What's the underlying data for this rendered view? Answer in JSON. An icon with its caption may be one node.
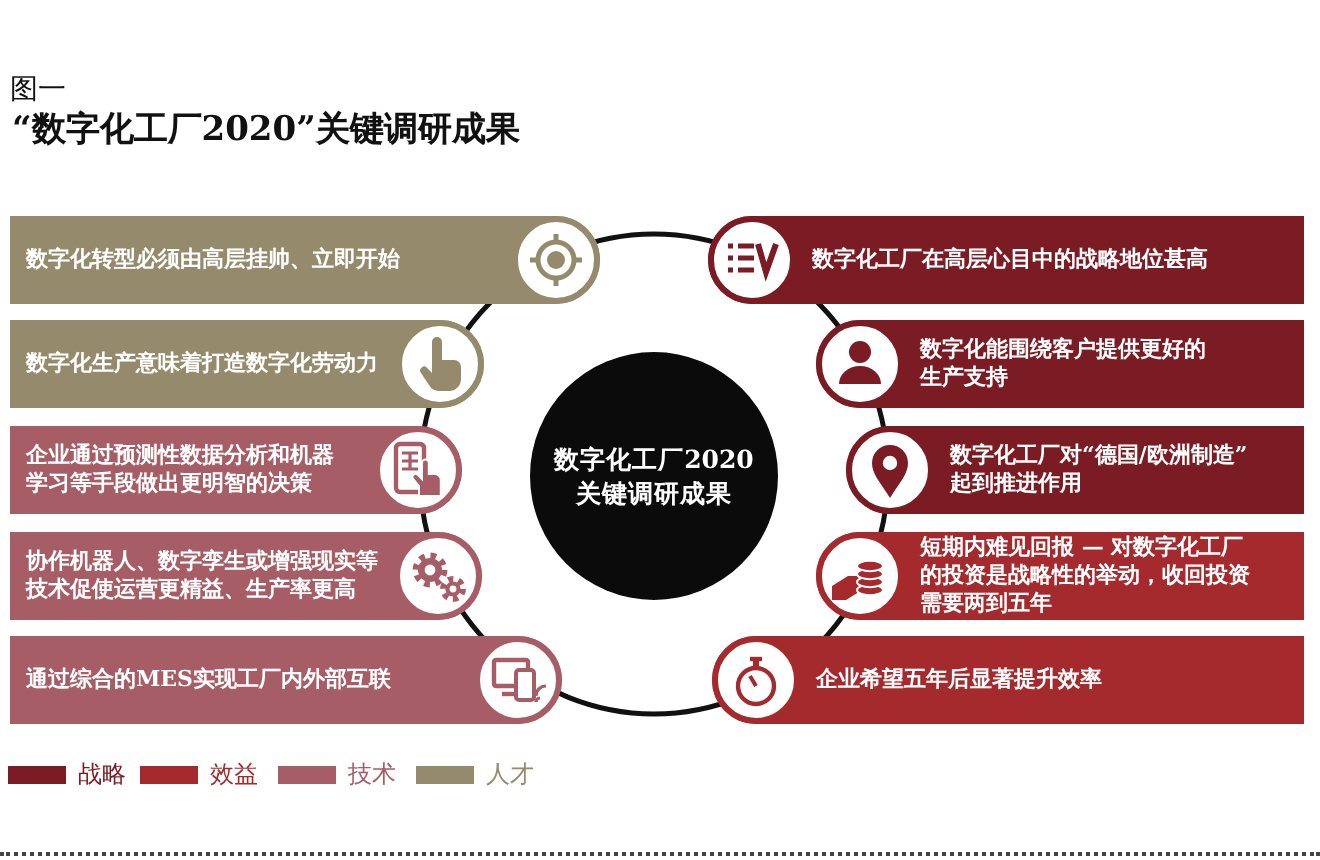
{
  "diagram": {
    "title": "“数字化工厂2020”关键调研成果",
    "nodes": [
      {
        "text": [
          "数字化工厂2020关键调研成果"
        ]
      },
      {
        "text": [
          "数字化转型必须由高层挂帅、立即开始"
        ]
      },
      {
        "text": [
          "数字化生产意味着打造数字化劳动力"
        ]
      },
      {
        "text": [
          "企业通过预测性数据分析和机器学习等手段做出更明智的决策"
        ]
      },
      {
        "text": [
          "协作机器人、数字孪生或增强现实等技术促使运营更精益、生产率更高"
        ]
      },
      {
        "text": [
          "通过综合的MES实现工厂内外部互联"
        ]
      },
      {
        "text": [
          "数字化工厂在高层心目中的战略地位甚高"
        ]
      },
      {
        "text": [
          "数字化能围绕客户提供更好的生产支持"
        ]
      },
      {
        "text": [
          "数字化工厂对“德国/欧洲制造”起到推进作用"
        ]
      },
      {
        "text": [
          "短期内难见回报 — 对数字化工厂的投资是战略性的举动，收回投资需要两到五年"
        ]
      },
      {
        "text": [
          "企业希望五年后显著提升效率"
        ]
      }
    ],
    "labels": [
      "图一"
    ],
    "legend": [
      {
        "text": "战略",
        "color": "#7b1c24"
      },
      {
        "text": "效益",
        "color": "#a42a2e"
      },
      {
        "text": "技术",
        "color": "#a65d66"
      },
      {
        "text": "人才",
        "color": "#958a6b"
      }
    ]
  }
}
